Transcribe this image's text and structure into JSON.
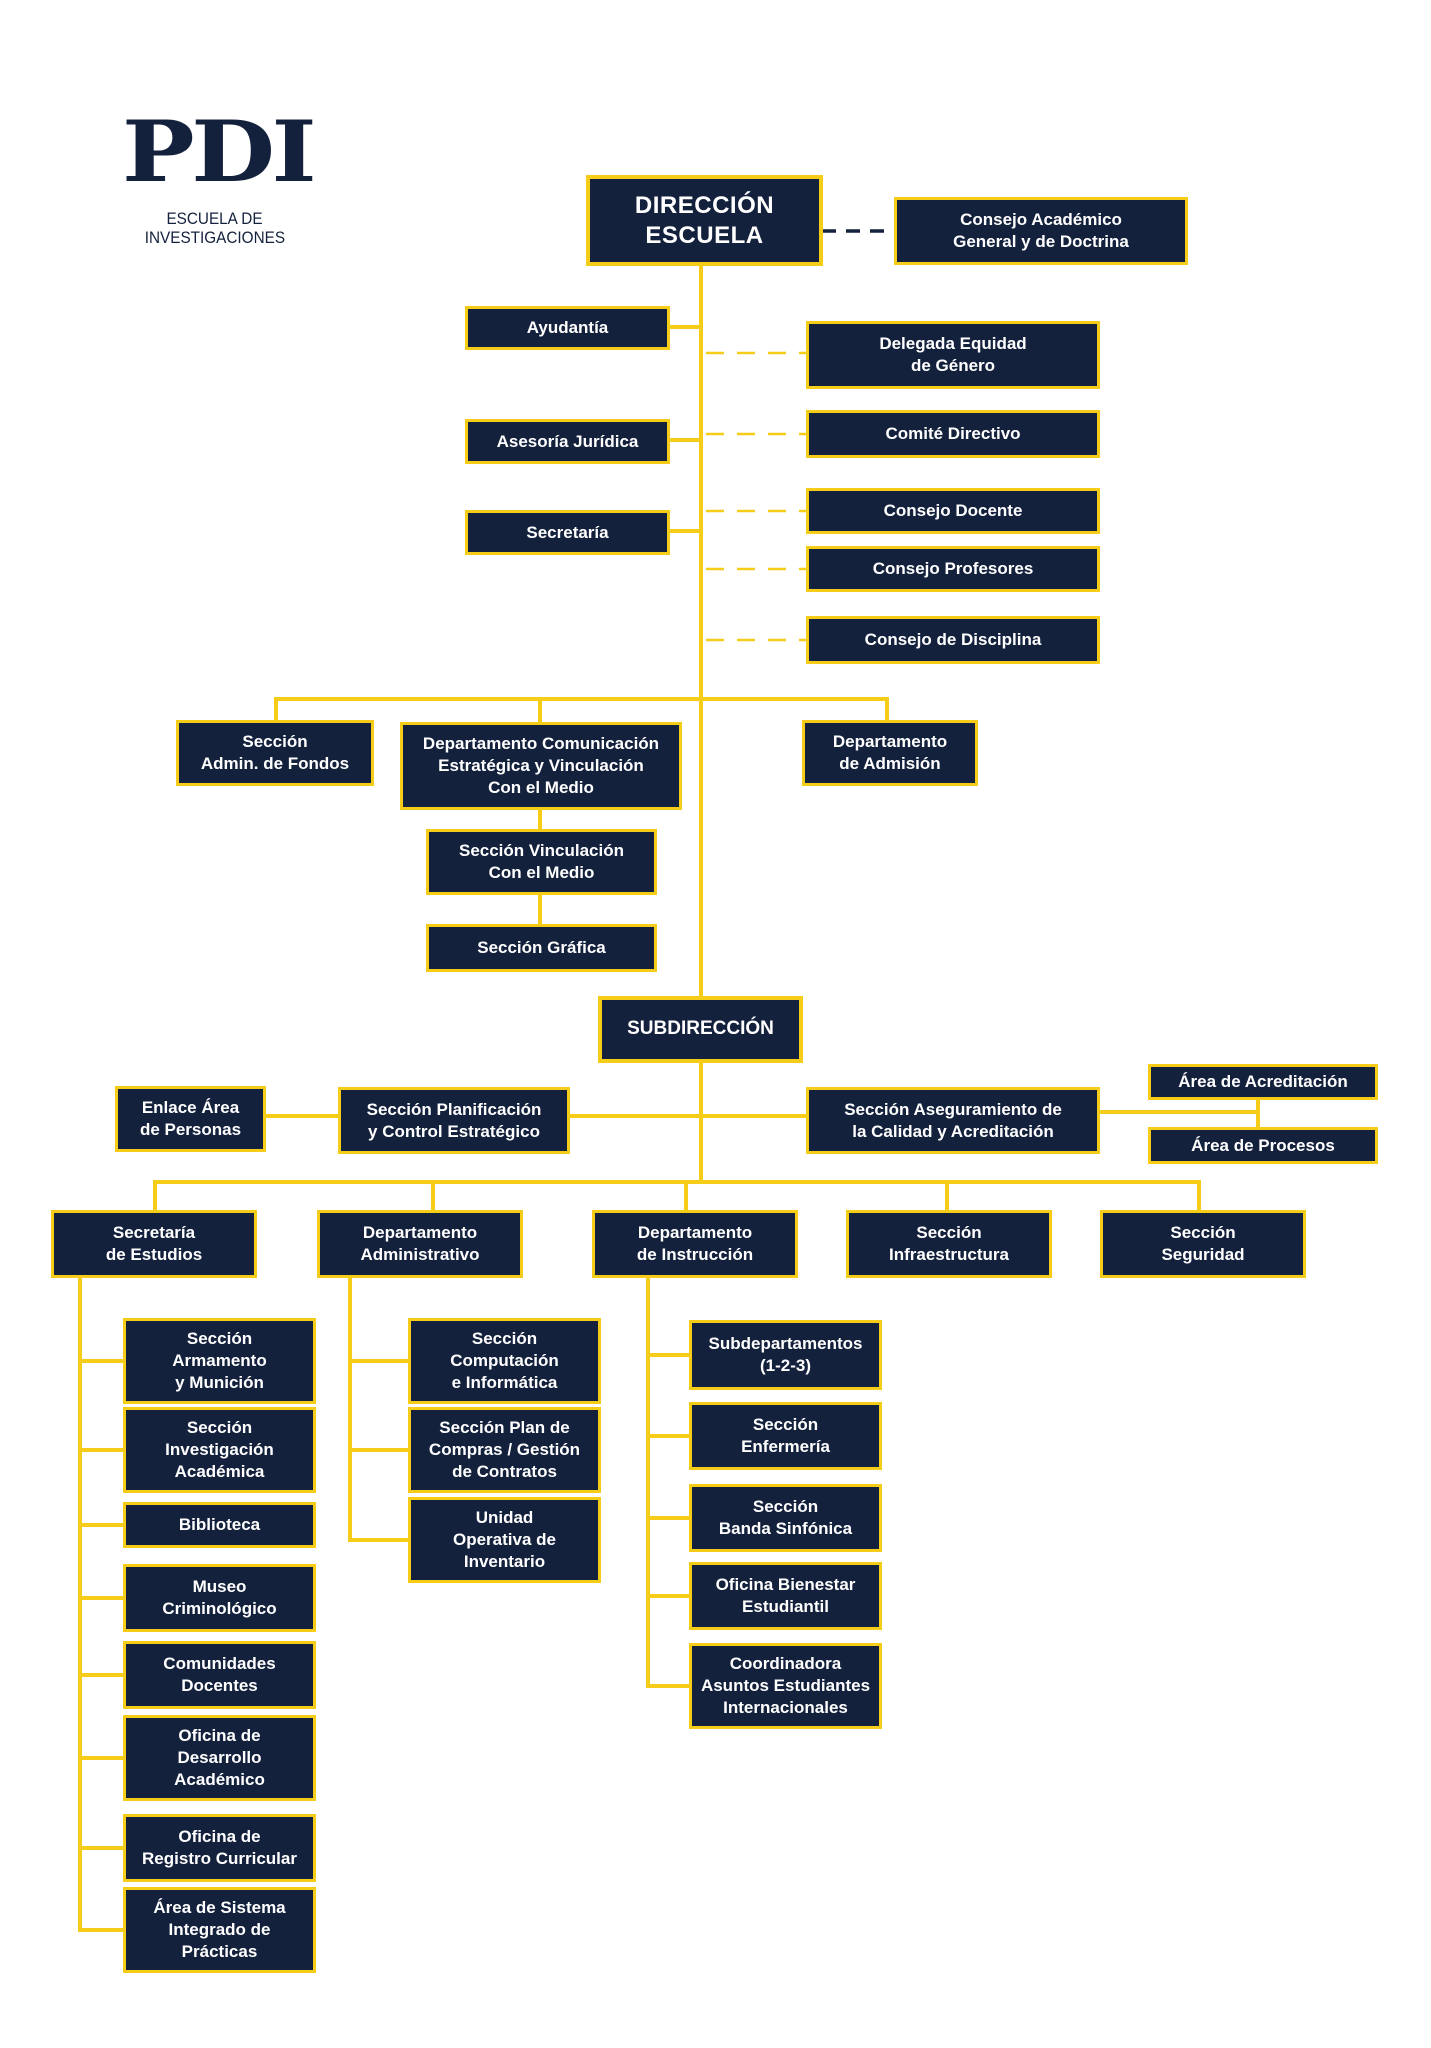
{
  "logo": {
    "mark": "PDI",
    "subtitle": "ESCUELA DE\nINVESTIGACIONES"
  },
  "colors": {
    "box_fill": "#14213d",
    "border_and_lines": "#f5cc18",
    "dashed_link_top": "#14213d"
  },
  "nodes": {
    "direccion": "DIRECCIÓN\nESCUELA",
    "consejo_academico": "Consejo Académico\nGeneral y de Doctrina",
    "ayudantia": "Ayudantía",
    "asesoria": "Asesoría Jurídica",
    "secretaria": "Secretaría",
    "delegada": "Delegada Equidad\nde Género",
    "comite": "Comité Directivo",
    "consejo_docente": "Consejo Docente",
    "consejo_profesores": "Consejo Profesores",
    "consejo_disciplina": "Consejo de Disciplina",
    "seccion_admin_fondos": "Sección\nAdmin. de Fondos",
    "depto_comunicacion": "Departamento Comunicación\nEstratégica y Vinculación\nCon el Medio",
    "depto_admision": "Departamento\nde Admisión",
    "seccion_vinculacion": "Sección Vinculación\nCon el Medio",
    "seccion_grafica": "Sección Gráfica",
    "subdireccion": "SUBDIRECCIÓN",
    "enlace_personas": "Enlace Área\nde Personas",
    "seccion_planificacion": "Sección Planificación\ny Control Estratégico",
    "seccion_aseguramiento": "Sección Aseguramiento de\nla Calidad y Acreditación",
    "area_acreditacion": "Área de Acreditación",
    "area_procesos": "Área de Procesos",
    "secretaria_estudios": "Secretaría\nde Estudios",
    "depto_administrativo": "Departamento\nAdministrativo",
    "depto_instruccion": "Departamento\nde Instrucción",
    "seccion_infraestructura": "Sección\nInfraestructura",
    "seccion_seguridad": "Sección\nSeguridad",
    "seccion_armamento": "Sección\nArmamento\ny Munición",
    "seccion_investigacion": "Sección\nInvestigación\nAcadémica",
    "biblioteca": "Biblioteca",
    "museo": "Museo\nCriminológico",
    "comunidades": "Comunidades\nDocentes",
    "oficina_desarrollo": "Oficina de\nDesarrollo\nAcadémico",
    "oficina_registro": "Oficina de\nRegistro Curricular",
    "area_sistema": "Área de Sistema\nIntegrado de\nPrácticas",
    "seccion_computacion": "Sección\nComputación\ne Informática",
    "seccion_compras": "Sección Plan de\nCompras / Gestión\nde Contratos",
    "unidad_inventario": "Unidad\nOperativa de\nInventario",
    "subdepartamentos": "Subdepartamentos\n(1-2-3)",
    "seccion_enfermeria": "Sección\nEnfermería",
    "seccion_banda": "Sección\nBanda Sinfónica",
    "oficina_bienestar": "Oficina Bienestar\nEstudiantil",
    "coordinadora": "Coordinadora\nAsuntos Estudiantes\nInternacionales"
  }
}
